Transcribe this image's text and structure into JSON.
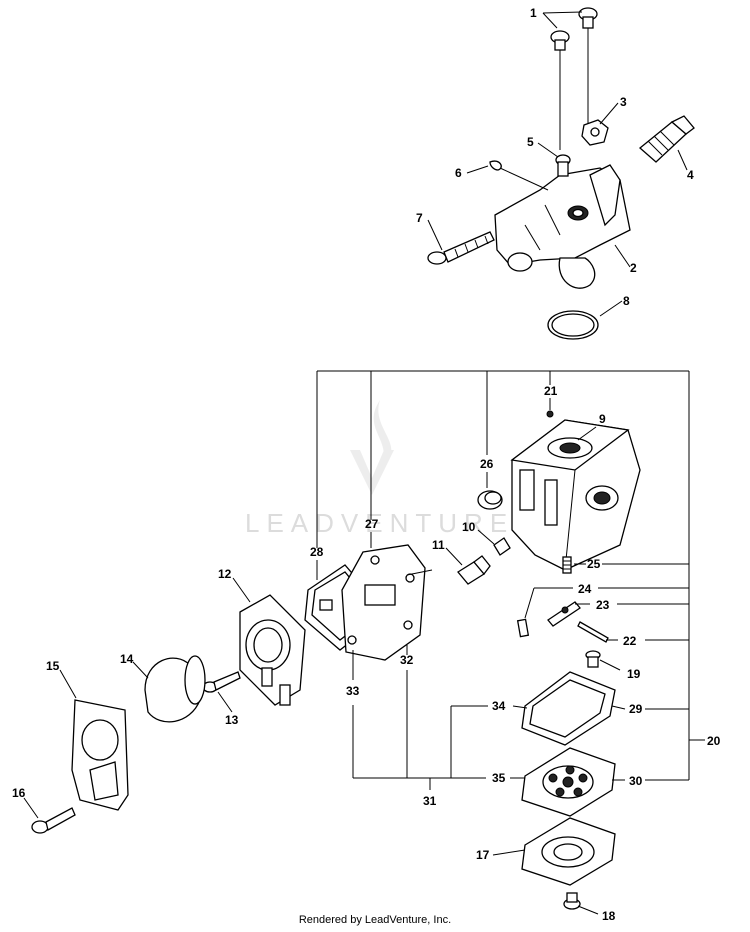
{
  "watermark": "LEADVENTURE",
  "footer": "Rendered by LeadVenture, Inc.",
  "callouts": [
    "1",
    "2",
    "3",
    "4",
    "5",
    "6",
    "7",
    "8",
    "9",
    "10",
    "11",
    "12",
    "13",
    "14",
    "15",
    "16",
    "17",
    "18",
    "19",
    "20",
    "21",
    "22",
    "23",
    "24",
    "25",
    "26",
    "27",
    "28",
    "29",
    "30",
    "31",
    "32",
    "33",
    "34",
    "35"
  ]
}
